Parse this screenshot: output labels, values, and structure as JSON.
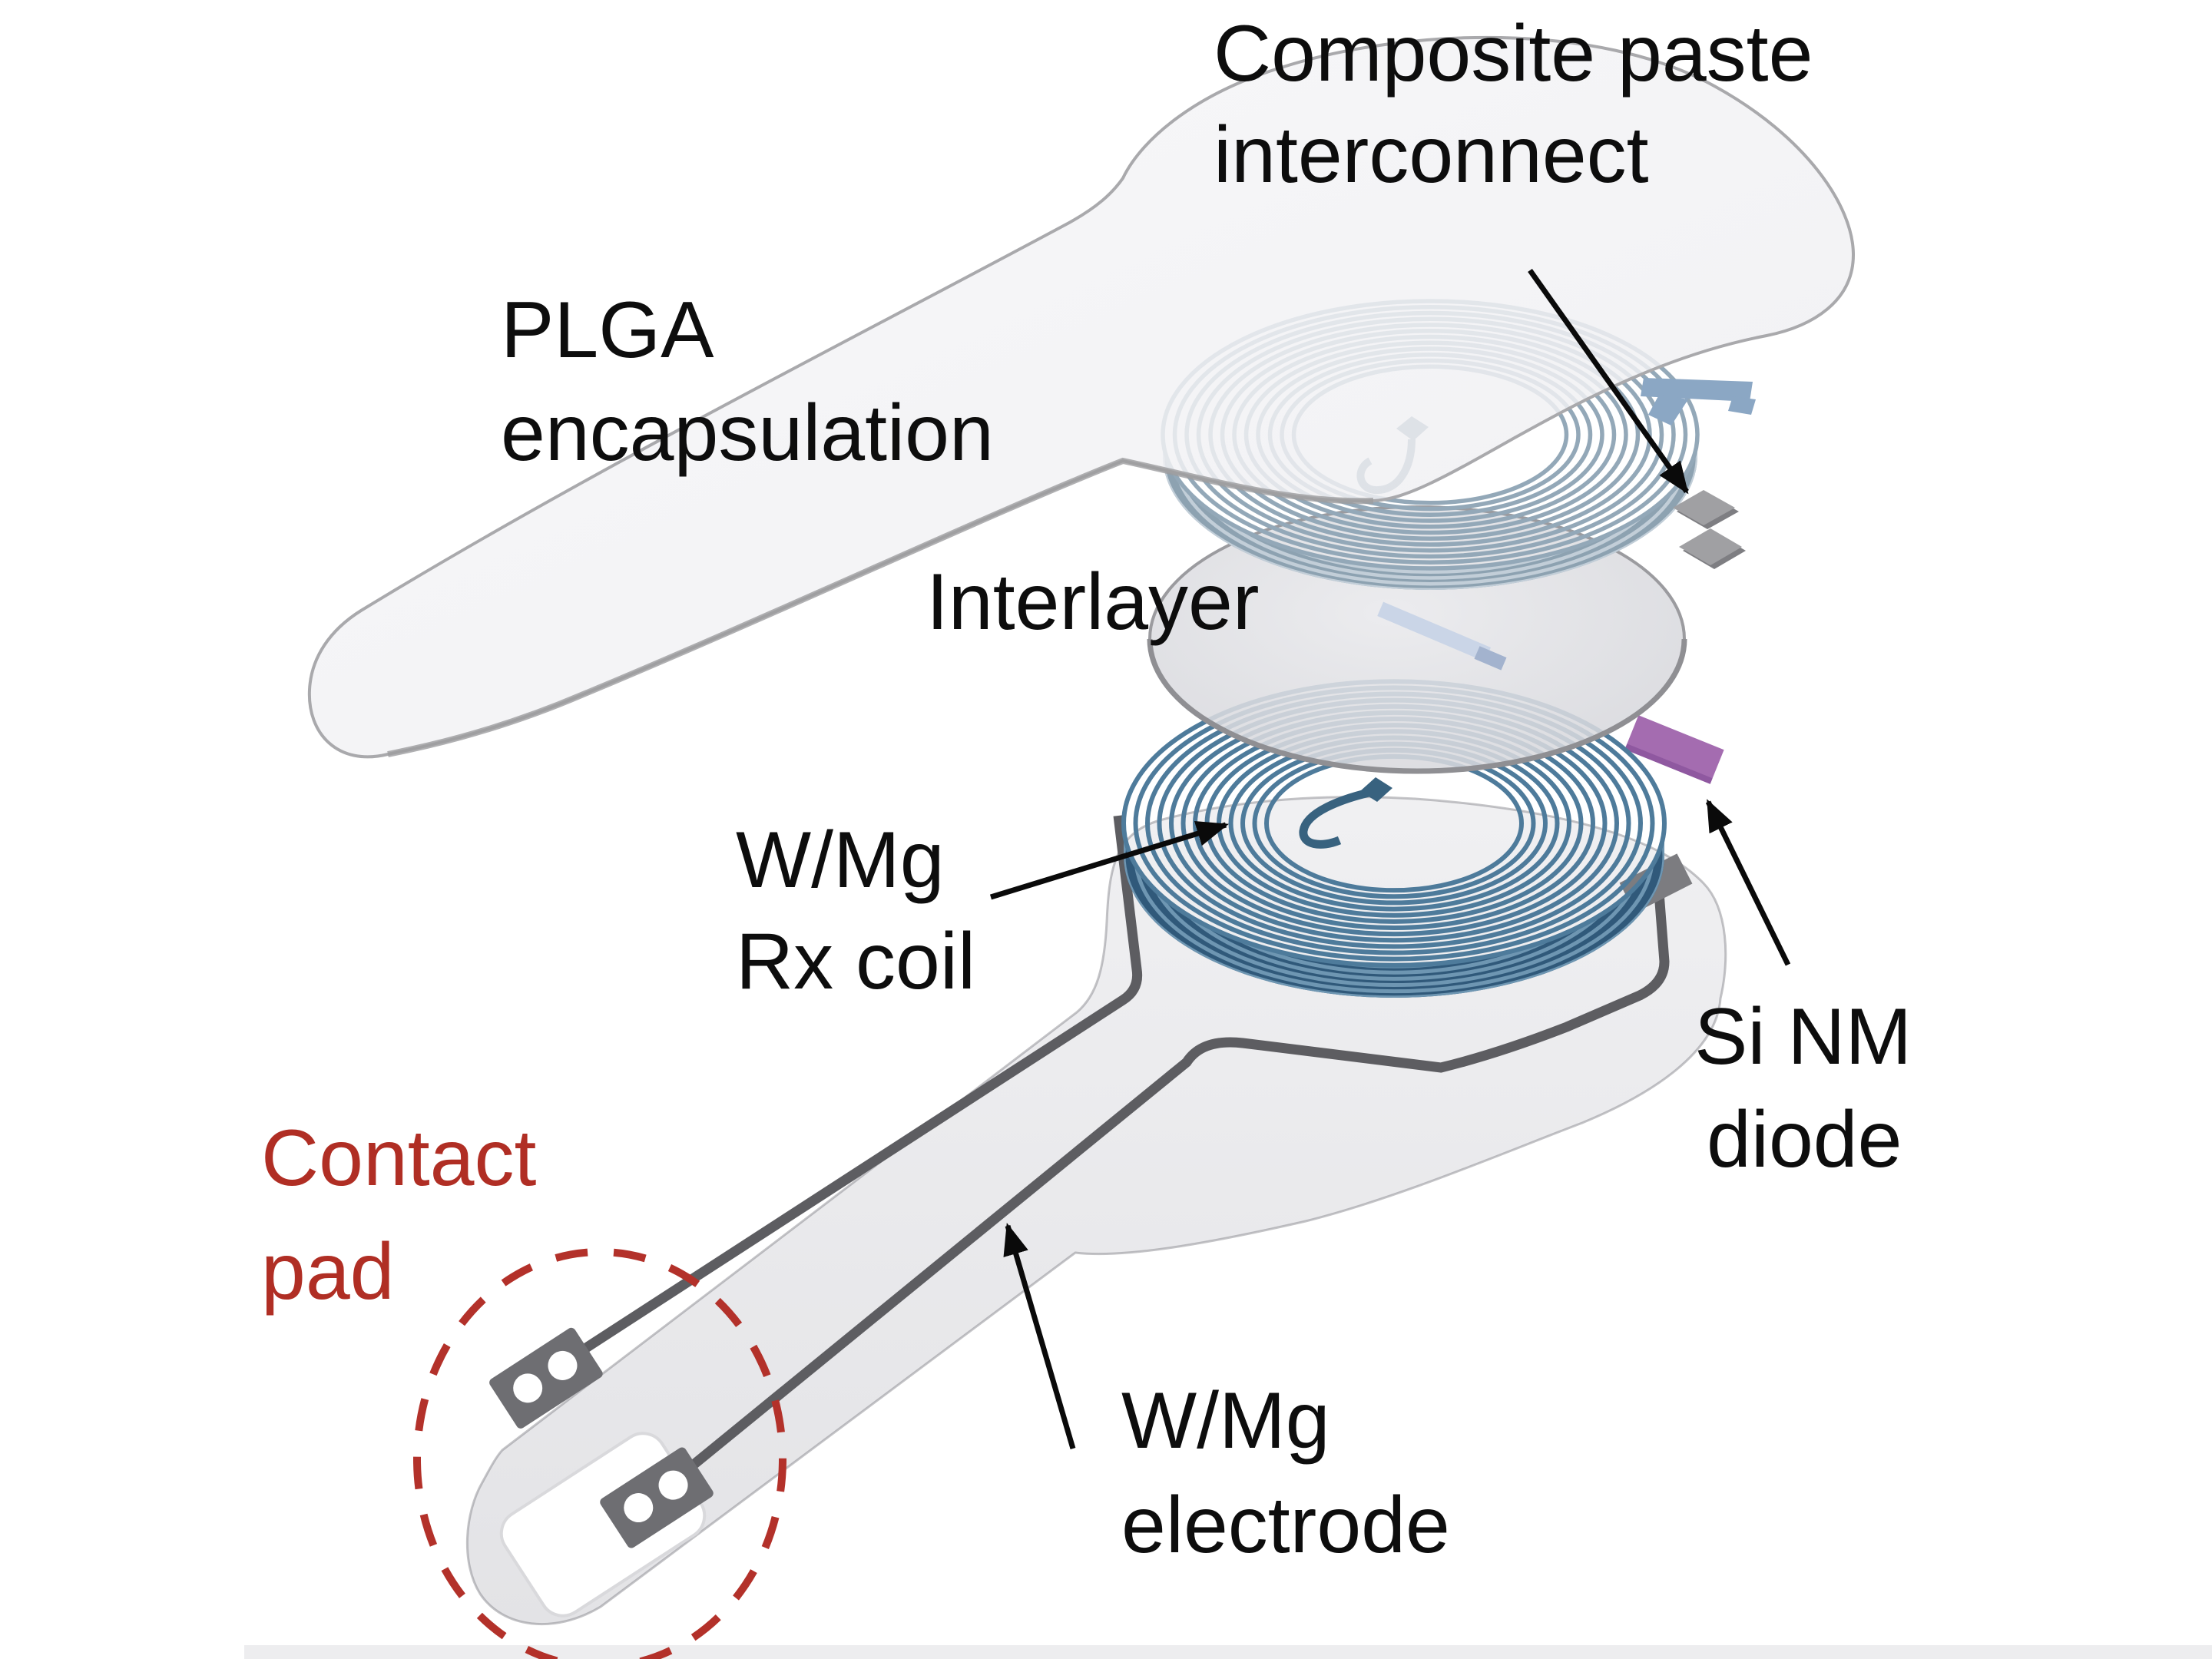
{
  "diagram": {
    "description": "Exploded-view schematic of a bioresorbable wireless implant",
    "labels": {
      "composite_paste": {
        "line1": "Composite paste",
        "line2": "interconnect"
      },
      "plga": {
        "line1": "PLGA",
        "line2": "encapsulation"
      },
      "interlayer": {
        "line1": "Interlayer"
      },
      "rx_coil": {
        "line1": "W/Mg",
        "line2": "Rx coil"
      },
      "si_nm_diode": {
        "line1": "Si NM",
        "line2": "diode"
      },
      "contact_pad": {
        "line1": "Contact",
        "line2": "pad"
      },
      "electrode": {
        "line1": "W/Mg",
        "line2": "electrode"
      }
    },
    "colors": {
      "label_text": "#0d0d0d",
      "contact_pad_label": "#b02e24",
      "dashed_circle": "#b3312a",
      "upper_coil_blue": "#93a8b8",
      "lower_coil_blue": "#4e7b9b",
      "diode_purple": "#a46cb0",
      "interconnect_gray": "#a0a0a3",
      "hook_blue": "#8ba7c4",
      "trace_gray": "#5d5d61",
      "substrate_gray": "#eaeaed",
      "encapsulation_gray": "#f3f3f6"
    }
  }
}
